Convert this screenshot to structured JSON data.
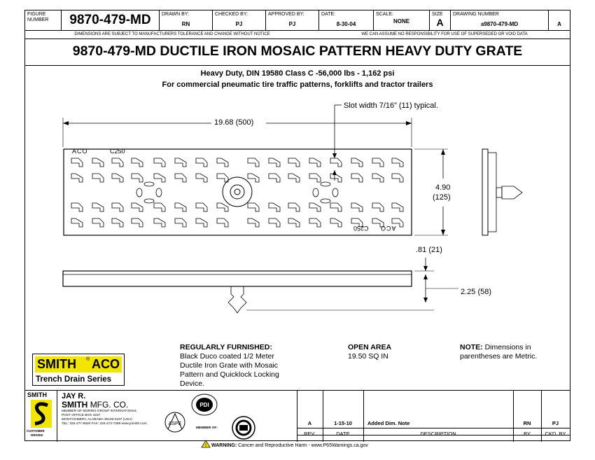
{
  "header": {
    "figure_label": "FIGURE NUMBER",
    "figure_number": "9870-479-MD",
    "drawn_by_label": "DRAWN BY:",
    "drawn_by": "RN",
    "checked_by_label": "CHECKED BY:",
    "checked_by": "PJ",
    "approved_by_label": "APPROVED BY:",
    "approved_by": "PJ",
    "date_label": "DATE:",
    "date": "8-30-04",
    "scale_label": "SCALE:",
    "scale": "NONE",
    "size_label": "SIZE",
    "size": "A",
    "drawing_number_label": "DRAWING NUMBER",
    "drawing_number": "a9870-479-MD",
    "rev": "A"
  },
  "notices": {
    "left": "DIMENSIONS ARE SUBJECT TO MANUFACTURERS TOLERANCE AND CHANGE WITHOUT NOTICE",
    "right": "WE CAN ASSUME NO RESPONSIBILITY FOR USE OF SUPERSEDED OR VOID DATA"
  },
  "title": "9870-479-MD DUCTILE IRON MOSAIC PATTERN HEAVY DUTY GRATE",
  "subtitle1": "Heavy Duty, DIN 19580 Class C -56,000 lbs - 1,162 psi",
  "subtitle2": "For commercial pneumatic tire traffic patterns, forklifts and tractor trailers",
  "drawing": {
    "slot_note": "Slot width 7/16” (11) typical.",
    "length_dim": "19.68  (500)",
    "width_dim_1": "4.90",
    "width_dim_2": "(125)",
    "thick_dim": ".81  (21)",
    "height_dim": "2.25  (58)",
    "grate_brand": "ACO",
    "grate_class": "C250"
  },
  "brand": {
    "smith": "SMITH",
    "aco": "ACO",
    "series": "Trench Drain Series"
  },
  "furnished": {
    "heading": "REGULARLY FURNISHED:",
    "lines": [
      "Black Duco coated 1/2 Meter",
      "Ductile Iron Grate with Mosaic",
      "Pattern and Quicklock Locking",
      "Device."
    ]
  },
  "open_area": {
    "heading": "OPEN AREA",
    "value": "19.50 SQ IN"
  },
  "note": {
    "heading": "NOTE:",
    "line1": "Dimensions in",
    "line2": "parentheses are Metric."
  },
  "company": {
    "tag": "SMITH",
    "name1": "JAY R.",
    "name2": "SMITH",
    "name3": "MFG. CO.",
    "member": "MEMBER OF MORRIS GROUP INTERNATIONAL",
    "po": "POST OFFICE BOX 3237",
    "city": "MONTGOMERY, ALABAMA  36109-0237  (USA)",
    "tel": "TEL: 334-277-8520   FAX: 334-272-7396   www.jrsmith.com",
    "member_of": "MEMBER OF:",
    "customer": "CUSTOMER",
    "driven": "DRIVEN",
    "aspe": "ASPE",
    "pdi": "PDI"
  },
  "revision": {
    "rev": "A",
    "date": "1-15-10",
    "description": "Added Dim. Note",
    "by": "RN",
    "ckd": "PJ",
    "rev_label": "REV.",
    "date_label": "DATE",
    "description_label": "DESCRIPTION",
    "by_label": "BY",
    "ckd_label": "CKD. BY"
  },
  "warning": {
    "label": "WARNING:",
    "text": "Cancer and Reproductive Harm - www.P65Warnings.ca.gov"
  }
}
